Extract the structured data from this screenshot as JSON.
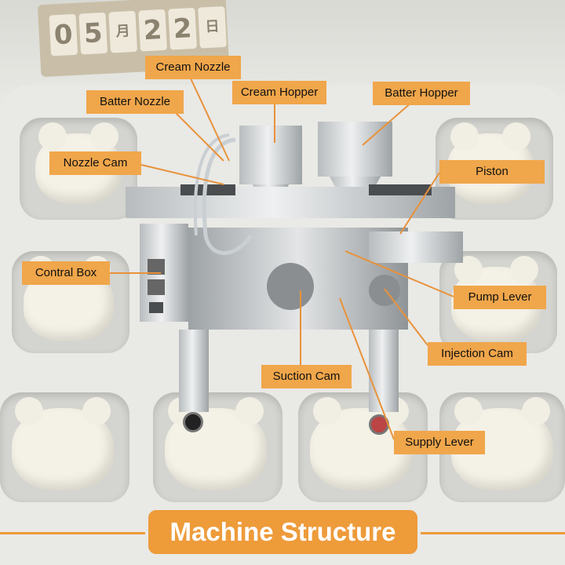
{
  "calendar": {
    "digits": [
      "0",
      "5",
      "月",
      "2",
      "2",
      "日"
    ]
  },
  "labels": {
    "cream_nozzle": "Cream Nozzle",
    "batter_nozzle": "Batter Nozzle",
    "cream_hopper": "Cream Hopper",
    "batter_hopper": "Batter Hopper",
    "nozzle_cam": "Nozzle Cam",
    "piston": "Piston",
    "control_box": "Contral Box",
    "pump_lever": "Pump Lever",
    "injection_cam": "Injection Cam",
    "suction_cam": "Suction Cam",
    "supply_lever": "Supply Lever"
  },
  "title": "Machine Structure",
  "colors": {
    "label_bg": "#f0a64a",
    "title_bg": "#ee9b3a",
    "leader": "#e8923a"
  }
}
